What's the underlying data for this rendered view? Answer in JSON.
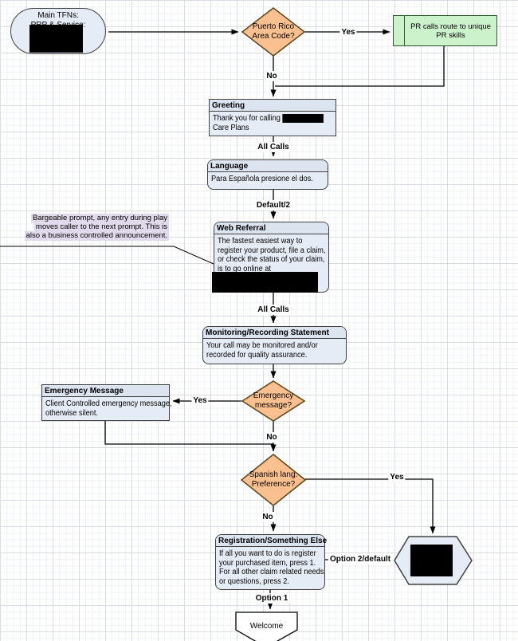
{
  "nodes": {
    "start": {
      "line1": "Main TFNs:",
      "line2": "PRP & Service:"
    },
    "pr_diamond": {
      "text": "Puerto Rico\nArea Code?"
    },
    "pr_skills": {
      "text": "PR calls route to unique PR skills"
    },
    "greeting": {
      "header": "Greeting",
      "body_line1": "Thank you for calling",
      "body_line2": "Care Plans"
    },
    "language": {
      "header": "Language",
      "body": [
        "Para Española presione el dos."
      ]
    },
    "web_referral": {
      "header": "Web Referral",
      "body": [
        "The fastest easiest way to",
        "register your product, file a claim,",
        "or check the status of your claim,",
        "is to go online at"
      ]
    },
    "monitoring": {
      "header": "Monitoring/Recording Statement",
      "body": [
        "Your call may be monitored and/or",
        "recorded for quality assurance."
      ]
    },
    "emergency_diamond": {
      "text": "Emergency\nmessage?"
    },
    "emergency_msg": {
      "header": "Emergency Message",
      "body": [
        "Client Controlled emergency message,",
        "otherwise silent."
      ]
    },
    "spanish_diamond": {
      "text": "Spanish lang.\nPreference?"
    },
    "registration": {
      "header": "Registration/Something Else",
      "body": [
        "If all you want to do is register",
        "your purchased item, press 1.",
        "For all other claim related needs",
        "or questions, press 2."
      ]
    },
    "welcome": {
      "text": "Welcome"
    }
  },
  "annotation": {
    "lines": [
      "Bargeable prompt, any entry during play",
      "moves caller to the next prompt. This is",
      "also a business controlled announcement."
    ]
  },
  "edge_labels": {
    "yes_pr": "Yes",
    "no_pr": "No",
    "all_calls_1": "All Calls",
    "default_2": "Default/2",
    "all_calls_2": "All Calls",
    "yes_emergency": "Yes",
    "no_emergency": "No",
    "yes_spanish": "Yes",
    "no_spanish": "No",
    "option_1": "Option 1",
    "option_2": "Option 2/default"
  },
  "colors": {
    "decision_fill": "#FAC08F",
    "decision_border": "#5F4A1E",
    "process_fill": "#E6ECF6",
    "process_header_fill": "#DCE4F0",
    "process_border": "#404040",
    "success_fill": "#CCF2CC",
    "success_border": "#2E5B2E",
    "annotation_bg": "#E1D9EC",
    "redaction": "#000000"
  }
}
